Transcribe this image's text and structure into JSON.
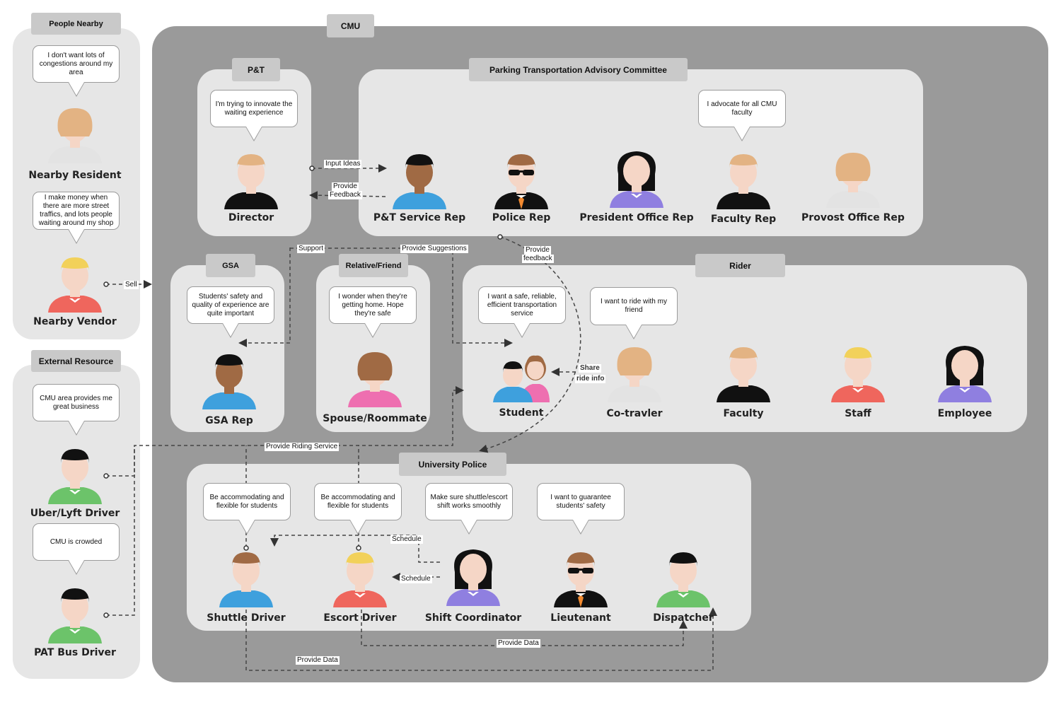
{
  "groups": {
    "people_nearby": "People Nearby",
    "external_resource": "External Resource",
    "cmu": "CMU",
    "pt": "P&T",
    "ptac": "Parking Transportation Advisory Committee",
    "gsa": "GSA",
    "relative": "Relative/Friend",
    "rider": "Rider",
    "police": "University Police"
  },
  "bubbles": {
    "resident": "I don't want lots of congestions around my area",
    "vendor": "I make money when there are more street traffics, and lots people waiting around my shop",
    "uber": "CMU area provides me great business",
    "pat": "CMU is crowded",
    "director": "I'm trying to innovate the waiting experience",
    "faculty_rep": "I advocate for all CMU faculty",
    "gsa_rep": "Students' safety and quality of experience are quite important",
    "spouse": "I wonder when they're getting home. Hope they're safe",
    "student": "I want a safe, reliable, efficient transportation service",
    "cotraveler": "I want to ride with my friend",
    "shuttle": "Be accommodating and flexible for students",
    "escort": "Be accommodating and flexible for students",
    "coordinator": "Make sure shuttle/escort shift works smoothly",
    "lieutenant": "I want to guarantee students' safety"
  },
  "names": {
    "resident": "Nearby Resident",
    "vendor": "Nearby Vendor",
    "uber": "Uber/Lyft Driver",
    "pat": "PAT Bus Driver",
    "director": "Director",
    "pt_rep": "P&T Service Rep",
    "police_rep": "Police Rep",
    "president_rep": "President Office Rep",
    "faculty_rep": "Faculty Rep",
    "provost_rep": "Provost Office Rep",
    "gsa_rep": "GSA Rep",
    "spouse": "Spouse/Roommate",
    "student": "Student",
    "cotraveler": "Co-travler",
    "faculty": "Faculty",
    "staff": "Staff",
    "employee": "Employee",
    "shuttle": "Shuttle Driver",
    "escort": "Escort Driver",
    "coordinator": "Shift Coordinator",
    "lieutenant": "Lieutenant",
    "dispatcher": "Dispatcher"
  },
  "edges": {
    "sell": "Sell",
    "input_ideas": "Input Ideas",
    "provide_feedback_1": "Provide",
    "provide_feedback_2": "Feedback",
    "support": "Support",
    "provide_suggestions": "Provide Suggestions",
    "provide_feedback2_1": "Provide",
    "provide_feedback2_2": "feedback",
    "share_1": "Share",
    "share_2": "ride info",
    "provide_riding": "Provide Riding Service",
    "schedule_1": "Schedule",
    "schedule_2": "Schedule",
    "provide_data_1": "Provide Data",
    "provide_data_2": "Provide Data"
  },
  "colors": {
    "background_panel": "#e6e6e6",
    "cmu_panel": "#9a9a9a",
    "tag": "#c9c9c9",
    "edge": "#555555"
  },
  "icons": {
    "person": "person-avatar-icon",
    "couple": "student-pair-icon"
  }
}
